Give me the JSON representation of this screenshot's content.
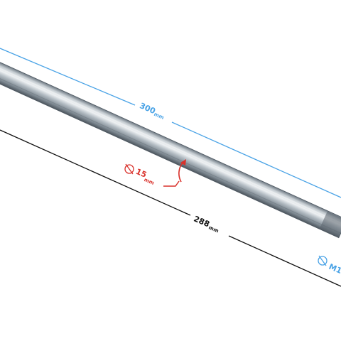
{
  "dimensions": {
    "total_length": {
      "value": "300",
      "unit": "mm"
    },
    "thread_length": {
      "value": "288",
      "unit": "mm"
    },
    "diameter": {
      "value": "15",
      "unit": "mm"
    },
    "thread_label": "M1"
  },
  "colors": {
    "blue_dimension": "#4aa3e6",
    "red_dimension": "#d9312b",
    "black_dimension": "#111111",
    "rod_light": "#e1e5e8",
    "rod_mid": "#a9b2b9",
    "rod_dark": "#56606a"
  },
  "icons": {
    "diameter_symbol": "diameter-icon"
  }
}
